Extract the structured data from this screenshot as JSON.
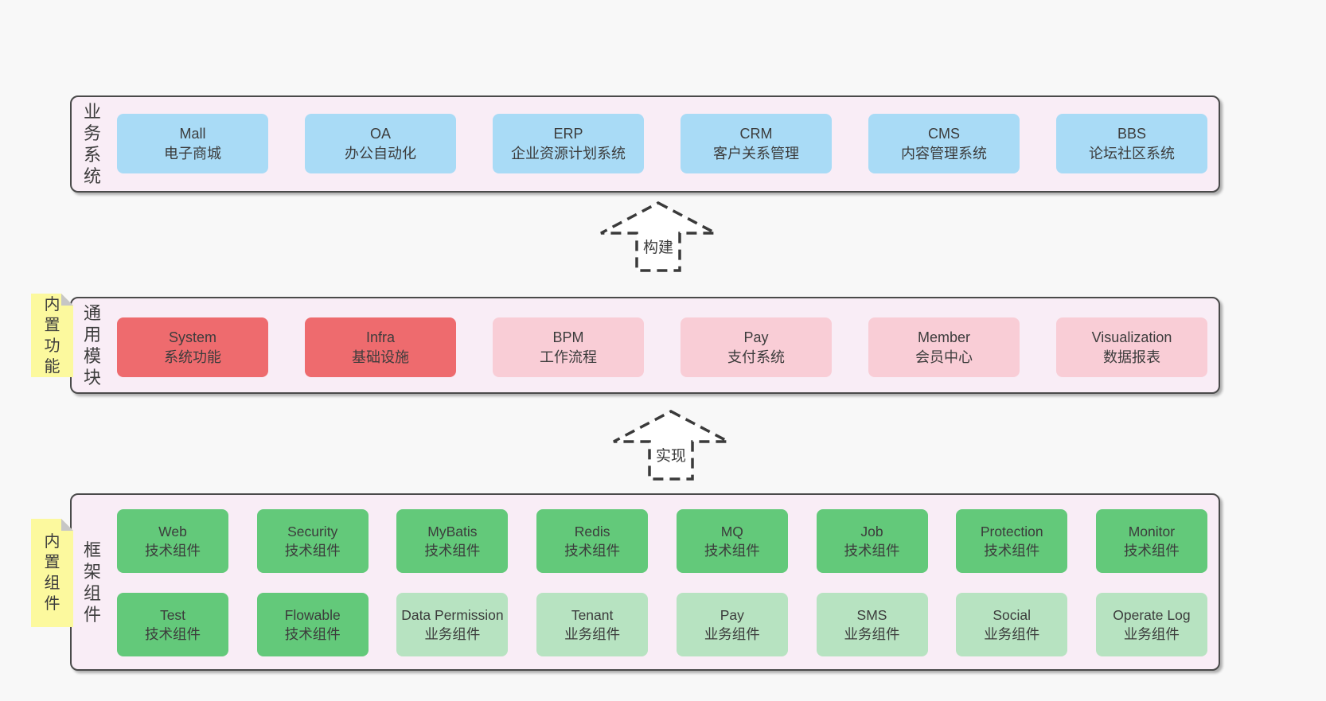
{
  "colors": {
    "page_bg": "#f8f8f8",
    "layer_bg": "#f9edf6",
    "layer_border": "#4a4a4a",
    "blue": "#a9dbf6",
    "red": "#ee6b6e",
    "pink": "#f9cdd6",
    "green": "#63c97a",
    "green_light": "#b7e3c1",
    "sticky_bg": "#fcf99e",
    "fold": "#c6c6c6",
    "text": "#3c3c3c",
    "arrow_stroke": "#3a3a3a"
  },
  "arrows": {
    "build": "构建",
    "implement": "实现"
  },
  "layers": {
    "business": {
      "label": "业务系统",
      "boxes": [
        {
          "title": "Mall",
          "subtitle": "电子商城",
          "variant": "blue"
        },
        {
          "title": "OA",
          "subtitle": "办公自动化",
          "variant": "blue"
        },
        {
          "title": "ERP",
          "subtitle": "企业资源计划系统",
          "variant": "blue"
        },
        {
          "title": "CRM",
          "subtitle": "客户关系管理",
          "variant": "blue"
        },
        {
          "title": "CMS",
          "subtitle": "内容管理系统",
          "variant": "blue"
        },
        {
          "title": "BBS",
          "subtitle": "论坛社区系统",
          "variant": "blue"
        }
      ]
    },
    "modules": {
      "label": "通用模块",
      "sticky": "内置功能",
      "boxes": [
        {
          "title": "System",
          "subtitle": "系统功能",
          "variant": "red"
        },
        {
          "title": "Infra",
          "subtitle": "基础设施",
          "variant": "red"
        },
        {
          "title": "BPM",
          "subtitle": "工作流程",
          "variant": "pink"
        },
        {
          "title": "Pay",
          "subtitle": "支付系统",
          "variant": "pink"
        },
        {
          "title": "Member",
          "subtitle": "会员中心",
          "variant": "pink"
        },
        {
          "title": "Visualization",
          "subtitle": "数据报表",
          "variant": "pink"
        }
      ]
    },
    "framework": {
      "label": "框架组件",
      "sticky": "内置组件",
      "row1": [
        {
          "title": "Web",
          "subtitle": "技术组件",
          "variant": "green"
        },
        {
          "title": "Security",
          "subtitle": "技术组件",
          "variant": "green"
        },
        {
          "title": "MyBatis",
          "subtitle": "技术组件",
          "variant": "green"
        },
        {
          "title": "Redis",
          "subtitle": "技术组件",
          "variant": "green"
        },
        {
          "title": "MQ",
          "subtitle": "技术组件",
          "variant": "green"
        },
        {
          "title": "Job",
          "subtitle": "技术组件",
          "variant": "green"
        },
        {
          "title": "Protection",
          "subtitle": "技术组件",
          "variant": "green"
        },
        {
          "title": "Monitor",
          "subtitle": "技术组件",
          "variant": "green"
        }
      ],
      "row2": [
        {
          "title": "Test",
          "subtitle": "技术组件",
          "variant": "green"
        },
        {
          "title": "Flowable",
          "subtitle": "技术组件",
          "variant": "green"
        },
        {
          "title": "Data Permission",
          "subtitle": "业务组件",
          "variant": "green-light"
        },
        {
          "title": "Tenant",
          "subtitle": "业务组件",
          "variant": "green-light"
        },
        {
          "title": "Pay",
          "subtitle": "业务组件",
          "variant": "green-light"
        },
        {
          "title": "SMS",
          "subtitle": "业务组件",
          "variant": "green-light"
        },
        {
          "title": "Social",
          "subtitle": "业务组件",
          "variant": "green-light"
        },
        {
          "title": "Operate Log",
          "subtitle": "业务组件",
          "variant": "green-light"
        }
      ]
    }
  }
}
